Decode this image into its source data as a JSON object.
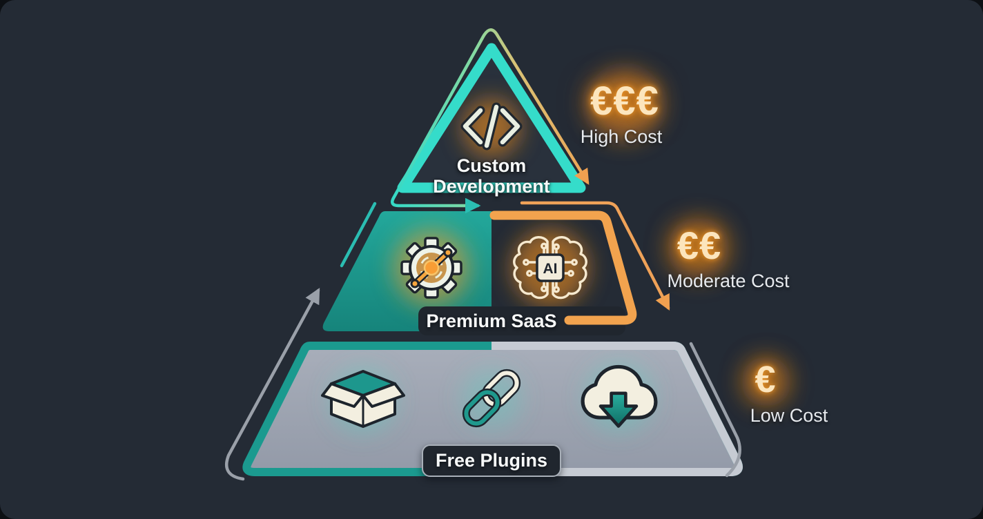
{
  "diagram": {
    "type": "pyramid-cost-tiers",
    "tiers": [
      {
        "id": "custom-development",
        "label": "Custom Development",
        "label_line1": "Custom",
        "label_line2": "Development",
        "cost_symbol": "€€€",
        "cost_label": "High Cost",
        "icons": [
          "code-icon"
        ]
      },
      {
        "id": "premium-saas",
        "label": "Premium SaaS",
        "cost_symbol": "€€",
        "cost_label": "Moderate Cost",
        "icons": [
          "gear-icon",
          "ai-brain-chip-icon"
        ]
      },
      {
        "id": "free-plugins",
        "label": "Free Plugins",
        "cost_symbol": "€",
        "cost_label": "Low Cost",
        "icons": [
          "open-box-icon",
          "chain-link-icon",
          "cloud-download-icon"
        ]
      }
    ],
    "ai_chip_text": "AI",
    "colors": {
      "background": "#242b35",
      "teal_bright": "#35dcca",
      "teal_fill": "#1d978d",
      "orange": "#f2a34e",
      "cream": "#f2eee0",
      "gray_fill": "#9da3b0",
      "gray_border": "#c6cbd3",
      "euro_glow": "#fce5bd",
      "text_primary": "#f7f9f9",
      "text_secondary": "#e7eaee"
    }
  }
}
